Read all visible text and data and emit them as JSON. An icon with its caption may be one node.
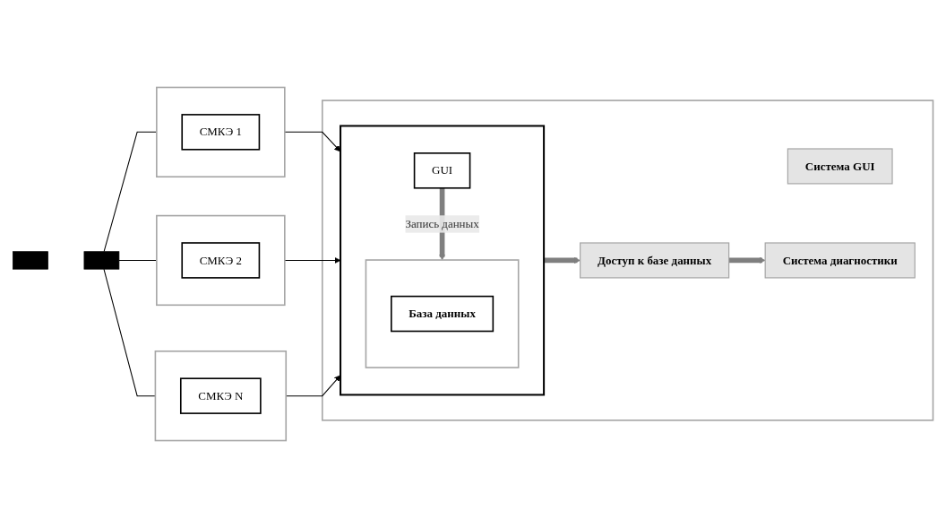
{
  "diagram": {
    "nodes": [
      {
        "text": [],
        "shape": "bar"
      },
      {
        "text": [],
        "shape": "bar"
      },
      {
        "text": [],
        "shape": "box"
      },
      {
        "text": [
          "СМКЭ 1"
        ],
        "in": 2
      },
      {
        "text": [],
        "shape": "box"
      },
      {
        "text": [
          "СМКЭ 2"
        ],
        "in": 4
      },
      {
        "text": [],
        "shape": "box"
      },
      {
        "text": [
          "СМКЭ N"
        ],
        "in": 6
      },
      {
        "text": [],
        "shape": "box"
      },
      {
        "text": [],
        "shape": "box",
        "in": 8
      },
      {
        "text": [
          "GUI"
        ],
        "in": 9
      },
      {
        "text": [],
        "shape": "cylinder",
        "in": 9
      },
      {
        "text": [
          "База данных"
        ],
        "in": 11
      },
      {
        "text": [
          "Система GUI"
        ],
        "in": 8
      },
      {
        "text": [
          "Система диагностики"
        ],
        "in": 8
      },
      {
        "text": [
          "Доступ к базе данных"
        ],
        "in": 8
      }
    ],
    "edges": [
      {
        "from": 1,
        "to": 2,
        "arrow": "none"
      },
      {
        "from": 1,
        "to": 4,
        "arrow": "none"
      },
      {
        "from": 1,
        "to": 6,
        "arrow": "none"
      },
      {
        "from": 2,
        "to": 9,
        "arrow": "to"
      },
      {
        "from": 4,
        "to": 9,
        "arrow": "to"
      },
      {
        "from": 6,
        "to": 9,
        "arrow": "to"
      },
      {
        "from": 10,
        "to": 11,
        "arrow": "to",
        "label": "Запись данных",
        "style": "thick",
        "color": "#7f7f7f"
      },
      {
        "from": 9,
        "to": 15,
        "arrow": "to",
        "style": "thick",
        "color": "#7f7f7f"
      },
      {
        "from": 15,
        "to": 14,
        "arrow": "to",
        "style": "thick",
        "color": "#7f7f7f"
      }
    ]
  }
}
